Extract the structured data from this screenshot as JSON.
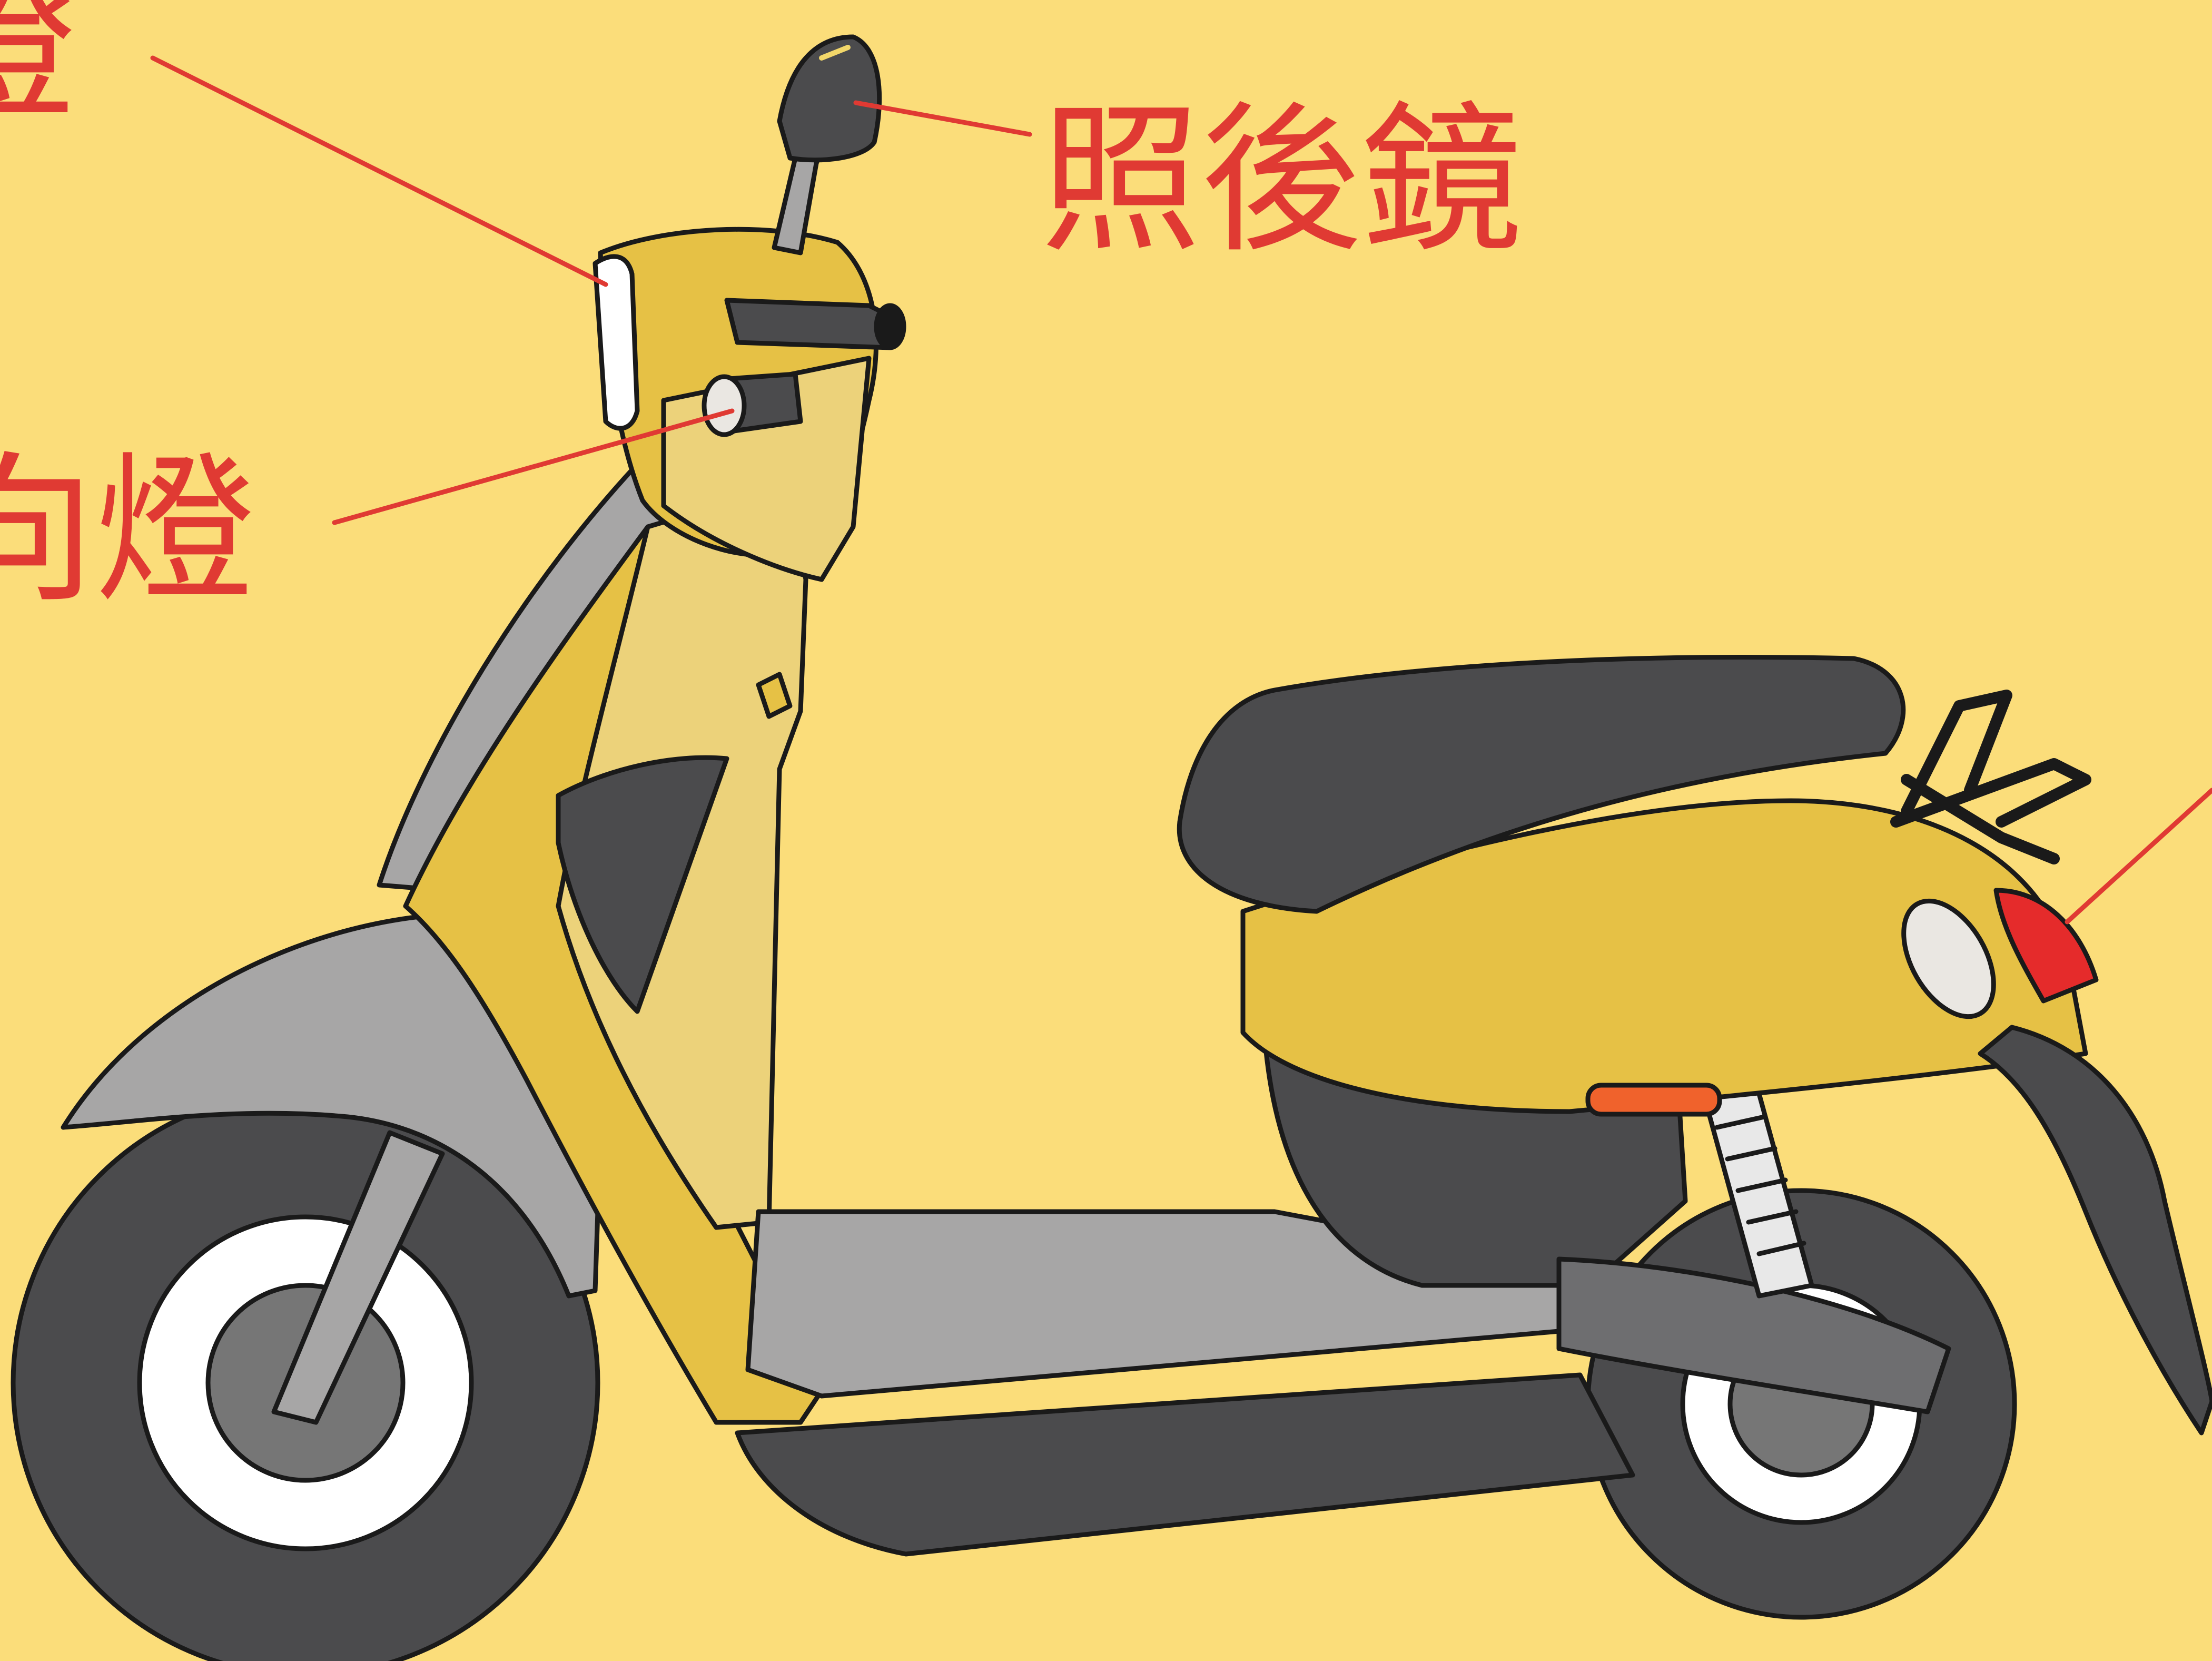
{
  "labels": {
    "top_left": "燈",
    "mirror": "照後鏡",
    "turn_signal": "向燈"
  },
  "colors": {
    "background": "#fbdd7a",
    "label": "#e03a33",
    "leader_line": "#e03a33",
    "body_yellow": "#e6c145",
    "body_tan": "#ecd27a",
    "seat_dark": "#4b4b4d",
    "metal_gray": "#a7a6a6",
    "outline": "#1a1a1a",
    "tail_light": "#e52b2b",
    "side_reflector": "#f0622c"
  },
  "icons": [
    "scooter-illustration"
  ]
}
